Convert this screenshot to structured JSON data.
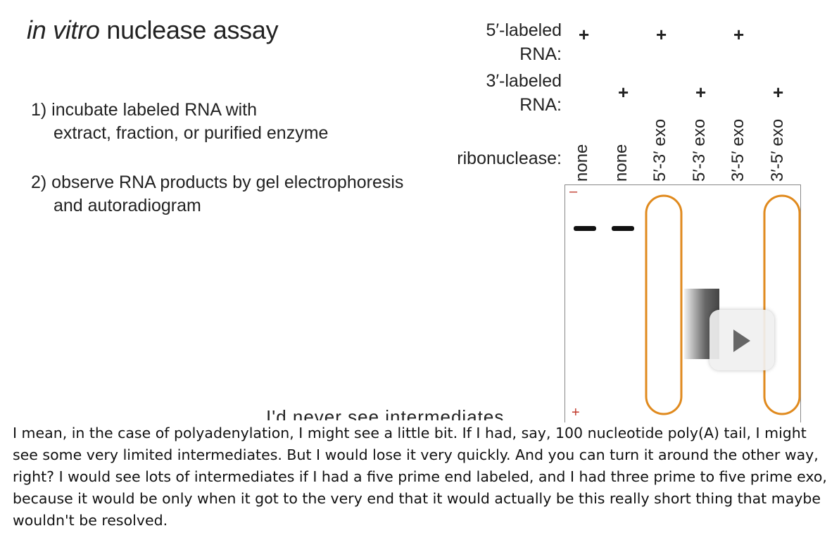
{
  "slide": {
    "title_italic": "in vitro",
    "title_rest": " nuclease assay",
    "steps": [
      {
        "line1": "1) incubate labeled RNA with",
        "line2": "extract, fraction, or purified enzyme"
      },
      {
        "line1": "2) observe RNA products by gel electrophoresis",
        "line2": "and autoradiogram"
      }
    ],
    "row_labels": {
      "five_prime_line1": "5′-labeled",
      "five_prime_line2": "RNA:",
      "three_prime_line1": "3′-labeled",
      "three_prime_line2": "RNA:",
      "ribonuclease": "ribonuclease:"
    },
    "plus_symbol": "+",
    "lanes": [
      "none",
      "none",
      "5′-3′ exo",
      "5′-3′ exo",
      "3′-5′ exo",
      "3′-5′ exo"
    ],
    "gel": {
      "top_marker": "–",
      "bottom_marker": "+",
      "band_color": "#111111",
      "outline_color": "#e08a1e"
    },
    "partial_caption": "I'd never see intermediates"
  },
  "video_overlay": {
    "icon": "play-icon"
  },
  "subtitle": {
    "text": "I mean, in the case of polyadenylation, I might see a little bit. If I had, say, 100 nucleotide poly(A) tail, I might see some very limited intermediates. But I would lose it very quickly. And you can turn it around the other way, right? I would see lots of intermediates if I had a five prime end labeled, and I had three prime to five prime exo, because it would be only when it got to the very end that it would actually be this really short thing that maybe wouldn't be resolved."
  }
}
